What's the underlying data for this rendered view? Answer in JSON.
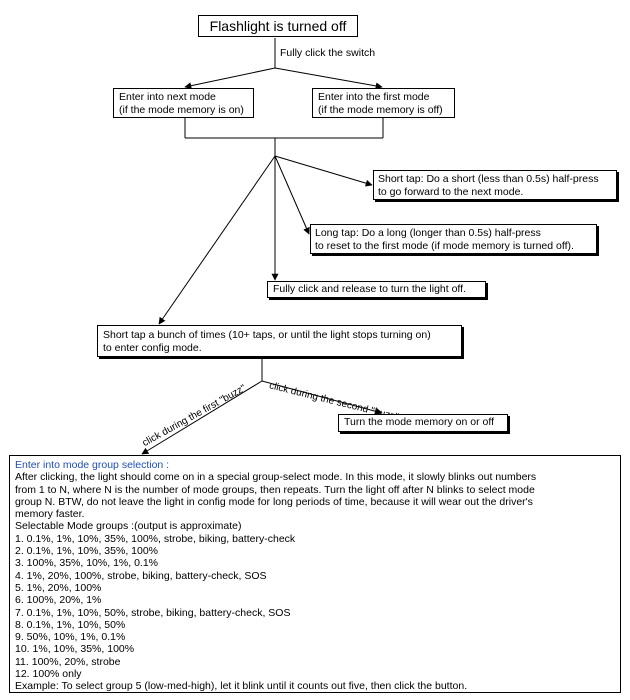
{
  "title": "Flashlight is turned off",
  "edge_labels": {
    "fully_click": "Fully click the switch",
    "first_buzz": "click during the first \"buzz\"",
    "second_buzz": "click during the second \"buzz\""
  },
  "nodes": {
    "next_mode": [
      "Enter into next mode",
      "(if the mode memory is on)"
    ],
    "first_mode": [
      "Enter into the first mode",
      "(if the mode memory is off)"
    ],
    "short_tap": [
      "Short tap: Do a short (less than 0.5s) half-press",
      "to go forward to the next mode."
    ],
    "long_tap": [
      "Long tap: Do a long (longer than 0.5s) half-press",
      "to reset to the first mode (if mode memory is turned off)."
    ],
    "turn_off": "Fully click and release to turn the light off.",
    "config_mode": [
      "Short tap a bunch of times (10+ taps, or until the light stops turning on)",
      "to enter config mode."
    ],
    "mode_memory": "Turn the mode memory on or off"
  },
  "group_selection": {
    "heading": "Enter into mode group selection :",
    "description": [
      "After clicking, the light should come on in a special group-select mode.  In this mode, it slowly blinks out numbers",
      "from 1 to N, where N is the number of mode groups, then repeats.  Turn the light off after N blinks to select mode",
      "group N.  BTW, do not leave the light in config mode for long periods of time, because it will wear out the driver's",
      "memory faster."
    ],
    "groups_heading": "Selectable Mode groups :(output is approximate)",
    "groups": [
      "1. 0.1%, 1%, 10%, 35%, 100%, strobe, biking, battery-check",
      "2. 0.1%, 1%, 10%, 35%, 100%",
      "3. 100%, 35%, 10%, 1%, 0.1%",
      "4. 1%, 20%, 100%, strobe, biking, battery-check, SOS",
      "5. 1%, 20%, 100%",
      "6. 100%, 20%, 1%",
      "7. 0.1%, 1%, 10%, 50%, strobe, biking, battery-check, SOS",
      "8. 0.1%, 1%, 10%, 50%",
      "9. 50%, 10%, 1%, 0.1%",
      "10. 1%, 10%, 35%, 100%",
      "11. 100%, 20%, strobe",
      "12. 100% only"
    ],
    "example": "Example: To select group 5 (low-med-high), let it blink until it counts out five, then click the button."
  }
}
